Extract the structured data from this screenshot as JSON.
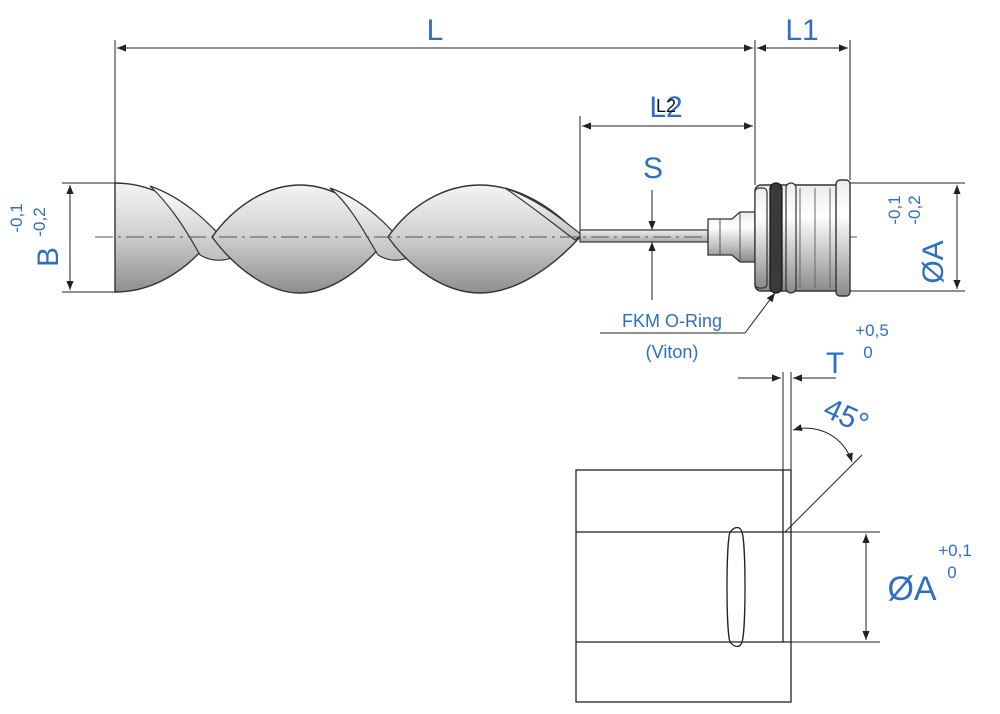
{
  "dimensions": {
    "L": "L",
    "L1": "L1",
    "L2": "L2",
    "L2_overlay": "L2",
    "S": "S",
    "B": "B",
    "B_tol_upper": "-0,1",
    "B_tol_lower": "-0,2",
    "A_top": "ØA",
    "A_top_tol_upper": "-0,1",
    "A_top_tol_lower": "-0,2",
    "T": "T",
    "T_tol_upper": "+0,5",
    "T_tol_lower": "0",
    "angle": "45°",
    "A_bore": "ØA",
    "A_bore_tol_upper": "+0,1",
    "A_bore_tol_lower": "0"
  },
  "callouts": {
    "oring_line1": "FKM O-Ring",
    "oring_line2": "(Viton)"
  },
  "colors": {
    "dimension_text": "#2d6fc4",
    "line": "#222222",
    "metal": "#cfcfcf"
  }
}
